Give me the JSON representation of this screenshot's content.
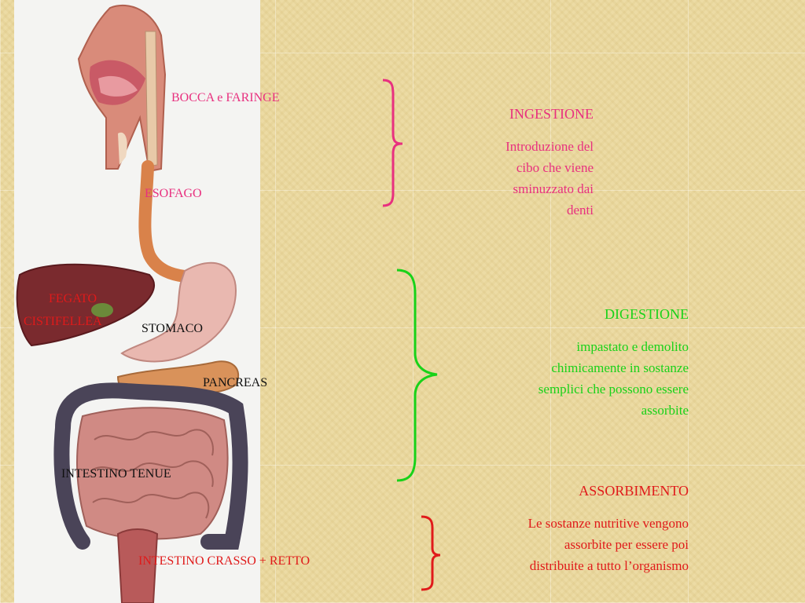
{
  "colors": {
    "pink": "#e8307f",
    "green": "#19d219",
    "red": "#e01a1a",
    "black": "#111111"
  },
  "labels": {
    "bocca": "BOCCA  e FARINGE",
    "esofago": "ESOFAGO",
    "fegato": "FEGATO",
    "cistifellea": "CISTIFELLEA",
    "stomaco": "STOMACO",
    "pancreas": "PANCREAS",
    "tenue": "INTESTINO TENUE",
    "crasso": "INTESTINO CRASSO + RETTO"
  },
  "sections": {
    "ingestione": {
      "title": "INGESTIONE",
      "lines": [
        "Introduzione del",
        "cibo che viene",
        "sminuzzato dai",
        "denti"
      ]
    },
    "digestione": {
      "title": "DIGESTIONE",
      "lines": [
        "impastato e demolito",
        "chimicamente in sostanze",
        "semplici che possono essere",
        "assorbite"
      ]
    },
    "assorbimento": {
      "title": "ASSORBIMENTO",
      "lines": [
        "Le sostanze nutritive vengono",
        "assorbite per essere poi",
        "distribuite a tutto l’organismo"
      ]
    }
  }
}
